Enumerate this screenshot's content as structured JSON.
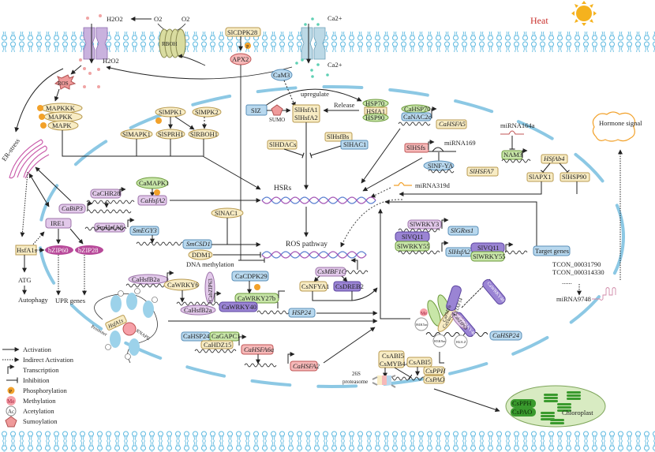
{
  "title": "Heat stress signaling pathway in plants",
  "environment": {
    "heat_label": "Heat",
    "heat_color": "#c9302c",
    "sun_color": "#f5b21e"
  },
  "membrane_color": "#5bb8e0",
  "membrane_top": {
    "h2o2_out": "H2O2",
    "o2_left": "O2",
    "o2_right": "O2",
    "h2o2_in": "H2O2",
    "rboh": "RBOH",
    "ca_out": "Ca2+",
    "ca_in": "Ca2+",
    "slcdpk28": "SlCDPK28",
    "apx2": "APX2",
    "ros": "ROS",
    "cam3": "CaM3"
  },
  "mapk_cascade": [
    "MAPKKK",
    "MAPKK",
    "MAPK"
  ],
  "slmpk": {
    "mpk1": "SlMPK1",
    "mpk2": "SlMPK2",
    "mapk1": "SlMAPK1",
    "sprh1": "SlSPRH1",
    "rboh1": "SlRBOH1"
  },
  "sumo_module": {
    "siz": "SIZ",
    "sumo": "SUMO",
    "upregulate": "upregulate",
    "release": "Release",
    "hsfa1": "SlHsfA1",
    "hsfa2": "SlHsfA2",
    "hsp_complex": [
      "HSP70",
      "HSfA1",
      "HSP90"
    ],
    "hdacs": "SlHDACs",
    "hsfbs": "SlHsfBs",
    "hac1": "SlHAC1"
  },
  "pepper_top": {
    "cahsp70": "CaHSP70",
    "canac2c": "CaNAC2c",
    "cahsfa5": "CaHSFA5"
  },
  "mirna169_module": {
    "slhsfs": "SlHSfs",
    "mirna169": "miRNA169",
    "slnf_ya": "SlNF-YA",
    "slhsfa7": "SlHSFA7"
  },
  "mirna164_module": {
    "mirna164a": "miRNA164a",
    "nam3": "NAM3",
    "hsfab4": "HSfAb4",
    "slapx1": "SlAPX1",
    "slhsp90": "SlHSP90"
  },
  "mirna319d": "miRNA319d",
  "hormone_signal": "Hormone  signal",
  "er_module": {
    "er_stress": "ER-stress",
    "cabip3": "CaBiP3",
    "ire1": "IRE1",
    "bzip60": "bZIP60",
    "bzip28": "bZIP28",
    "hsfa1s": "HsfA1s",
    "atg": "ATG",
    "autophagy": "Autophagy",
    "upr_genes": "UPR genes"
  },
  "chr28_module": {
    "cachr28": "CaCHR28",
    "camapk1": "CaMAPK1",
    "cahsfa2": "CaHsfA2"
  },
  "sm_module": {
    "smhsfa8": "SmHsfA8",
    "smegy3": "SmEGY3",
    "smcsd1": "SmCSD1",
    "slnac1": "SlNAC1",
    "ddm1": "DDM1",
    "dna_methylation": "DNA methylation"
  },
  "center": {
    "hsrs": "HSRs",
    "ros_pathway": "ROS   pathway"
  },
  "wrky_module": {
    "cahsfb2a_top": "CaHsfB2a",
    "cawrky6": "CaWRKY6",
    "cabzip63": "CabZIP63",
    "cahsfb2a_bottom": "CaHsfB2a",
    "cacdpk29": "CaCDPK29",
    "cawrky27b": "CaWRKY27b",
    "cawrky40": "CaWRKY40",
    "hsp24": "HSP24"
  },
  "chromatin_loop": {
    "hsfa1s": "HsfA1s",
    "rnapii": "RNAPII",
    "promoter": "Promoter",
    "ac": "Ac"
  },
  "cahsp24_module": {
    "cahsp24": "CaHSP24",
    "cagapc1": "CaGAPC1",
    "cahdz15": "CaHDZ15",
    "cahsfa6a": "CaHSFA6a",
    "cahsfa2": "CaHSFA2"
  },
  "cs_module": {
    "csmbf1c": "CsMBF1C",
    "csnfya1": "CsNFYA1",
    "csdreb2": "CsDREB2"
  },
  "sl_wrky_module": {
    "slwrky3": "SlWRKY3",
    "slgrxs1": "SlGRxs1",
    "slvq11_left": "SlVQ11",
    "slwrky55_left": "SlWRKY55",
    "slhsfa2": "SlHsfA2",
    "slvq11_right": "SlVQ11",
    "slwrky55_right": "SlWRKY55",
    "target_genes": "Target  genes"
  },
  "lncrna": {
    "tcon1": "TCON_00031790",
    "tcon2": "TCON_000314330",
    "dots": "......",
    "mirna9748": "miRNA9748"
  },
  "chromatin_complex": {
    "capmt6": "CaPMT6",
    "caaf14": "CaTAF14",
    "caswc4": "CaSWC4",
    "caruvbl2": "CaRUVBL2",
    "cawrky40a": "CaWRKY40",
    "cawrky40b": "CaWRKY40",
    "cabzip63": "CabZIP63",
    "me": "Me",
    "h4k5ac": "H4K5ac",
    "h3k9ac": "H3K9ac",
    "h2az": "H2A.Z",
    "cahsp24": "CaHSP24"
  },
  "abi5_module": {
    "csabi5_a": "CsABI5",
    "csmyb44": "CsMYB44",
    "csabi5_b": "CsABI5",
    "csppH": "CsPPH",
    "cspao": "CsPAO",
    "proteasome_1": "26S",
    "proteasome_2": "proteasome"
  },
  "chloroplast": {
    "label": "Chloroplast",
    "csppH": "CsPPH",
    "cspao": "CsPAO"
  },
  "phospho_symbol": "P",
  "legend": [
    {
      "symbol": "arrow-solid",
      "label": "Activation"
    },
    {
      "symbol": "arrow-dotted",
      "label": "Indirect Activation"
    },
    {
      "symbol": "transcription",
      "label": "Transcription"
    },
    {
      "symbol": "inhibition",
      "label": "Inhibition"
    },
    {
      "symbol": "P",
      "label": "Phosphorylation"
    },
    {
      "symbol": "Me",
      "label": "Methylation"
    },
    {
      "symbol": "Ac",
      "label": "Acetylation"
    },
    {
      "symbol": "pentagon",
      "label": "Sumoylation"
    }
  ],
  "colors": {
    "yellow": "#f8ecc4",
    "yellow_stroke": "#b89a50",
    "purple_light": "#e2c9ea",
    "purple_light_stroke": "#9d74aa",
    "purple_dark": "#9a84d4",
    "purple_dark_stroke": "#5c45a0",
    "blue": "#b8d8ee",
    "blue_stroke": "#5a8fb8",
    "green": "#c8e6a8",
    "green_stroke": "#6d9a3c",
    "pink": "#f6b8b8",
    "pink_stroke": "#c05454",
    "magenta": "#b84a9a",
    "orange": "#f2a12a",
    "chloroplast_fill": "#d8ebc2",
    "chloroplast_stroke": "#7ea55a",
    "thylakoid": "#3a9a2e"
  }
}
